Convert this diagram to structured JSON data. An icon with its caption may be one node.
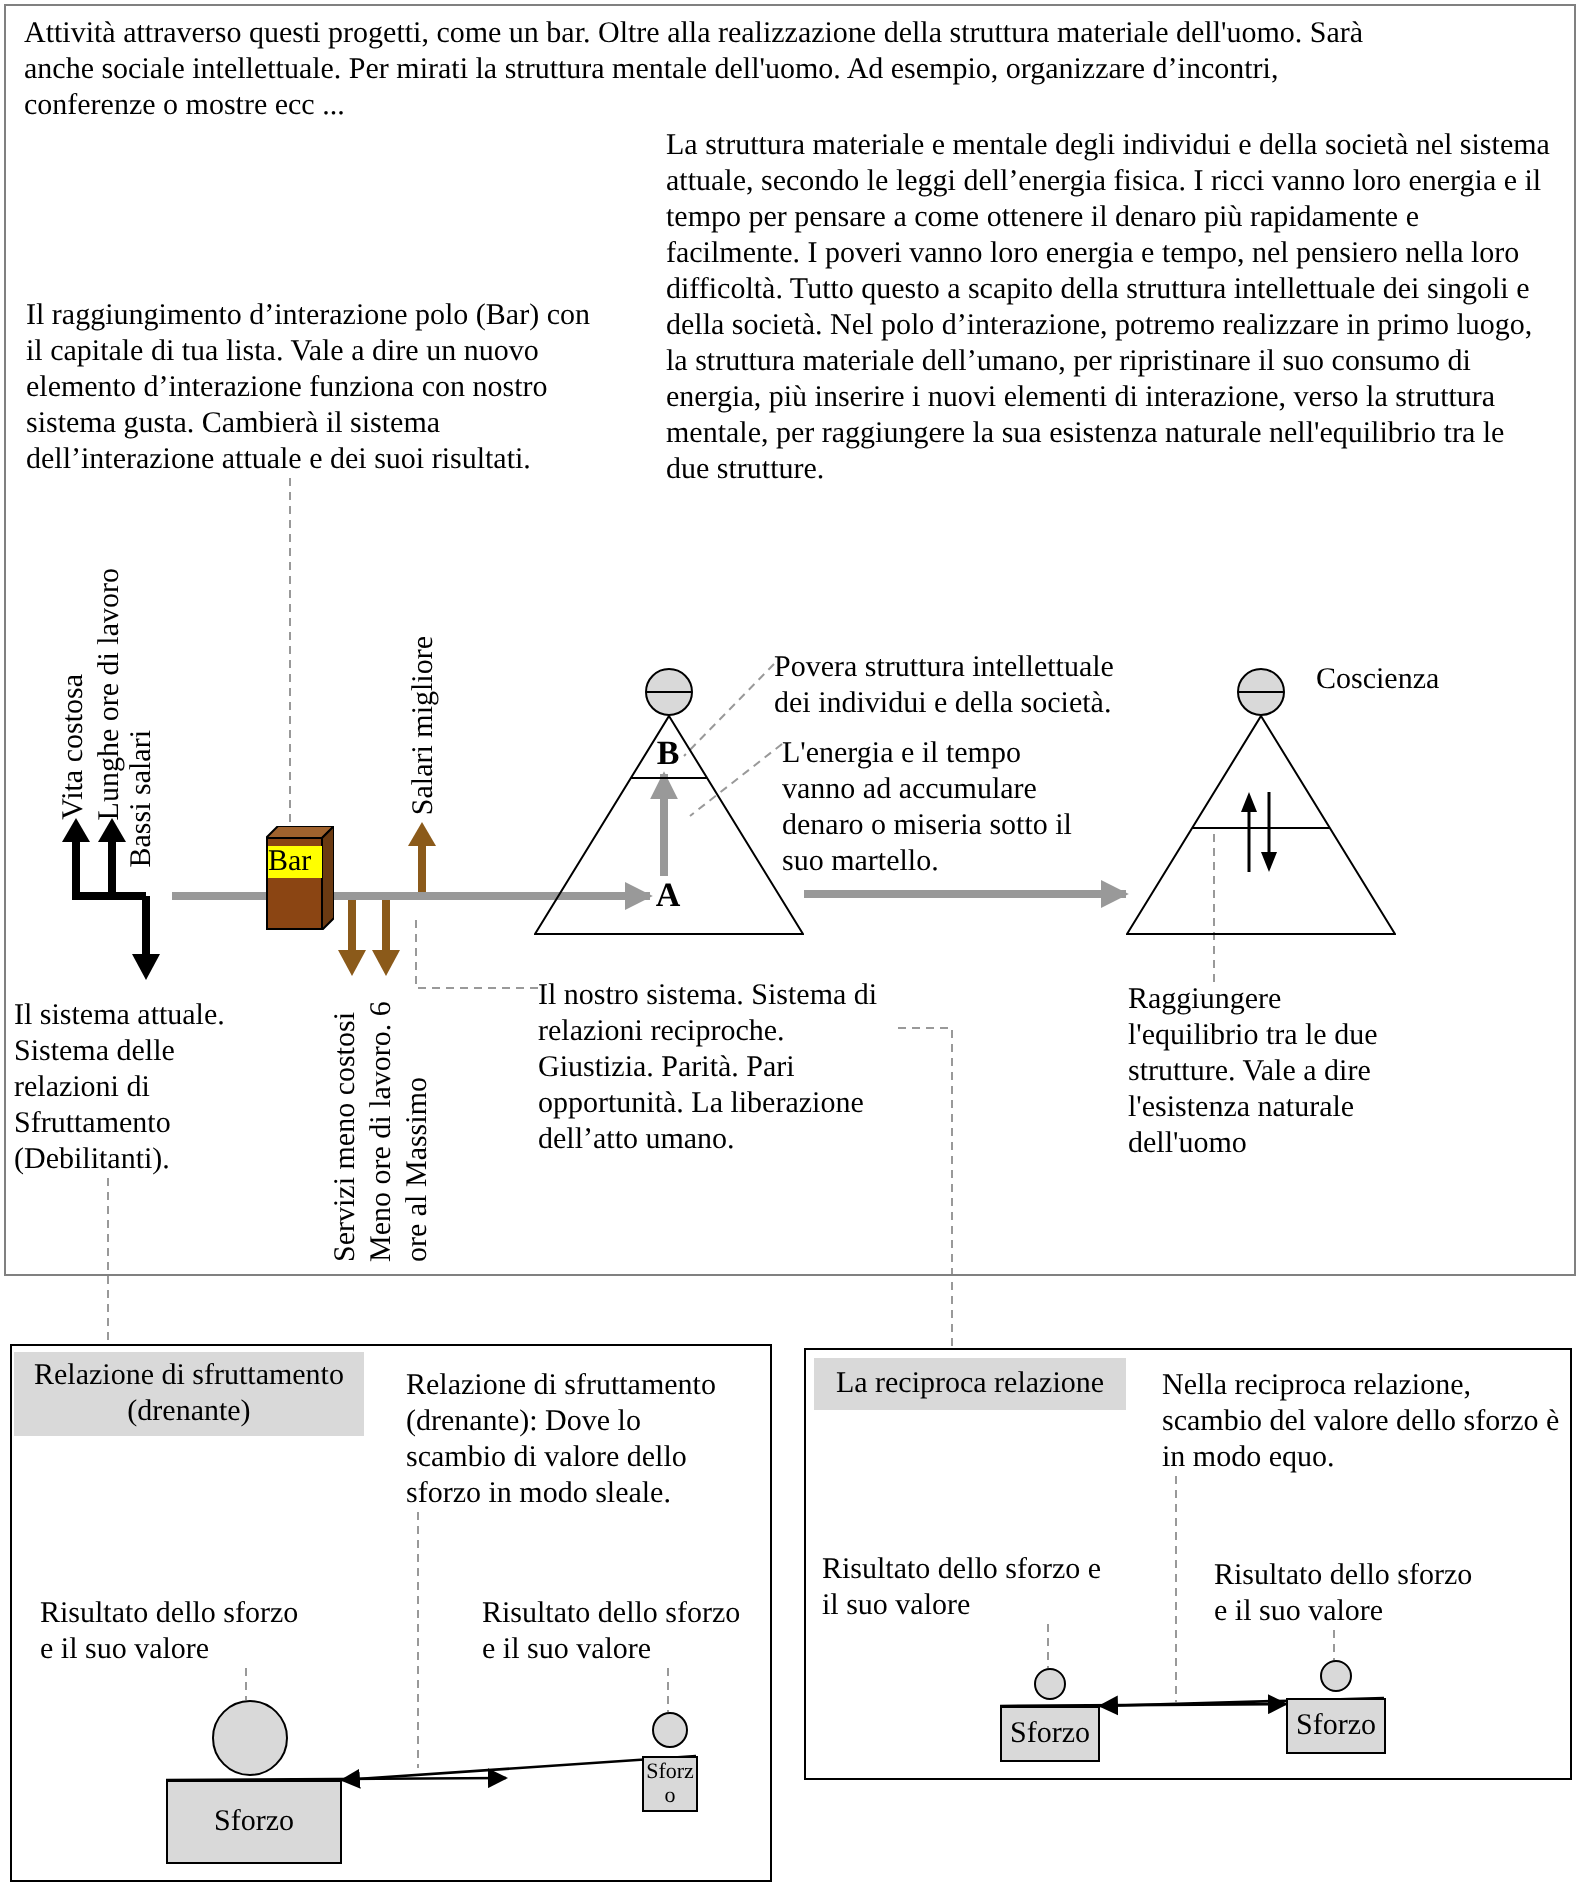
{
  "diagram": {
    "nodes": [
      {
        "text": [],
        "shape": "box"
      },
      {
        "text": [
          "Il raggiungimento d’interazione polo (Bar) con il capitale di tua lista. Vale a dire un nuovo elemento d’interazione funziona con nostro sistema gusta. Cambierà il sistema dell’interazione attuale e dei suoi risultati."
        ],
        "in": 0
      },
      {
        "text": [
          "Bar"
        ],
        "in": 0
      },
      {
        "text": [
          "Il sistema attuale. Sistema delle relazioni di Sfruttamento (Debilitanti)."
        ],
        "in": 0
      },
      {
        "text": [],
        "shape": "triangle",
        "in": 0
      },
      {
        "text": [
          "B"
        ],
        "in": 4
      },
      {
        "text": [
          "A"
        ],
        "in": 4
      },
      {
        "text": [
          "Povera struttura intellettuale dei individui e della società."
        ],
        "in": 0
      },
      {
        "text": [
          "L'energia e il tempo vanno ad accumulare denaro o miseria sotto il suo martello."
        ],
        "in": 0
      },
      {
        "text": [],
        "shape": "triangle",
        "in": 0,
        "beside": [
          "Coscienza"
        ]
      },
      {
        "text": [
          "Il nostro sistema. Sistema di relazioni reciproche. Giustizia. Parità. Pari opportunità. La liberazione dell’atto umano."
        ],
        "in": 0
      },
      {
        "text": [
          "Raggiungere l'equilibrio tra le due strutture. Vale a dire l'esistenza naturale dell'uomo"
        ],
        "in": 0
      },
      {
        "text": [],
        "shape": "box"
      },
      {
        "text": [
          "Relazione di sfruttamento (drenante)"
        ],
        "in": 12
      },
      {
        "text": [
          "Relazione di sfruttamento (drenante): Dove lo scambio di valore dello sforzo in modo sleale."
        ],
        "in": 12
      },
      {
        "text": [
          "Risultato dello sforzo e il suo valore"
        ],
        "in": 12
      },
      {
        "text": [
          "Risultato dello sforzo e il suo valore"
        ],
        "in": 12
      },
      {
        "text": [],
        "shape": "circle",
        "in": 12
      },
      {
        "text": [
          "Sforzo"
        ],
        "in": 12
      },
      {
        "text": [],
        "shape": "circle",
        "in": 12
      },
      {
        "text": [
          "Sforzo"
        ],
        "in": 12
      },
      {
        "text": [],
        "shape": "box"
      },
      {
        "text": [
          "La reciproca relazione"
        ],
        "in": 21
      },
      {
        "text": [
          "Nella reciproca relazione, scambio del valore dello sforzo è in modo equo."
        ],
        "in": 21
      },
      {
        "text": [
          "Risultato dello sforzo e il suo valore"
        ],
        "in": 21
      },
      {
        "text": [
          "Risultato dello sforzo e il suo valore"
        ],
        "in": 21
      },
      {
        "text": [],
        "shape": "circle",
        "in": 21
      },
      {
        "text": [
          "Sforzo"
        ],
        "in": 21
      },
      {
        "text": [],
        "shape": "circle",
        "in": 21
      },
      {
        "text": [
          "Sforzo"
        ],
        "in": 21
      }
    ],
    "edges": [
      {
        "from": 1,
        "to": 2,
        "arrow": "none",
        "style": "dashed"
      },
      {
        "from": 3,
        "to": 12,
        "arrow": "none",
        "style": "dashed"
      },
      {
        "from": 7,
        "to": 5,
        "arrow": "none",
        "style": "dashed"
      },
      {
        "from": 8,
        "to": null,
        "arrow": "none",
        "style": "dashed"
      },
      {
        "from": 10,
        "to": null,
        "arrow": "none",
        "style": "dashed"
      },
      {
        "from": 10,
        "to": 21,
        "arrow": "none",
        "style": "dashed"
      },
      {
        "from": 11,
        "to": 9,
        "arrow": "none",
        "style": "dashed"
      },
      {
        "from": 14,
        "to": null,
        "arrow": "none",
        "style": "dashed"
      },
      {
        "from": 15,
        "to": 17,
        "arrow": "none",
        "style": "dashed"
      },
      {
        "from": 16,
        "to": 19,
        "arrow": "none",
        "style": "dashed"
      },
      {
        "from": 23,
        "to": null,
        "arrow": "none",
        "style": "dashed"
      },
      {
        "from": 24,
        "to": 26,
        "arrow": "none",
        "style": "dashed"
      },
      {
        "from": 25,
        "to": 28,
        "arrow": "none",
        "style": "dashed"
      },
      {
        "from": null,
        "to": 6,
        "arrow": "to",
        "style": "thick"
      },
      {
        "from": 6,
        "to": 5,
        "arrow": "to",
        "style": "thick"
      },
      {
        "from": 4,
        "to": 9,
        "arrow": "to",
        "style": "thick"
      },
      {
        "from": 18,
        "to": null,
        "arrow": "to",
        "color": "#000000"
      },
      {
        "from": 20,
        "to": 18,
        "arrow": "to",
        "color": "#000000"
      },
      {
        "from": 27,
        "to": 29,
        "arrow": "to",
        "color": "#000000"
      },
      {
        "from": 29,
        "to": 27,
        "arrow": "to",
        "color": "#000000"
      }
    ],
    "labels": [
      "Attività attraverso questi progetti, come un bar. Oltre alla realizzazione della struttura materiale dell'uomo. Sarà anche sociale intellettuale. Per mirati la struttura mentale dell'uomo. Ad esempio, organizzare d’incontri, conferenze o mostre ecc ...",
      "La struttura materiale e mentale degli individui e della società nel sistema attuale, secondo le leggi dell’energia fisica. I ricci vanno loro energia e il tempo per pensare a come ottenere il denaro più rapidamente e facilmente. I poveri vanno loro energia e tempo, nel pensiero nella loro difficoltà. Tutto questo a scapito della struttura intellettuale dei singoli e della società. Nel polo d’interazione, potremo realizzare in primo luogo, la struttura materiale dell’umano, per ripristinare il suo consumo di energia, più inserire i nuovi elementi di interazione, verso la struttura mentale, per raggiungere la sua esistenza naturale nell'equilibrio tra le due strutture.",
      "Vita costosa",
      "Lunghe ore di lavoro",
      "Bassi salari",
      "Salari migliore",
      "Servizi meno costosi",
      "Meno ore di lavoro. 6 ore al Massimo"
    ]
  }
}
